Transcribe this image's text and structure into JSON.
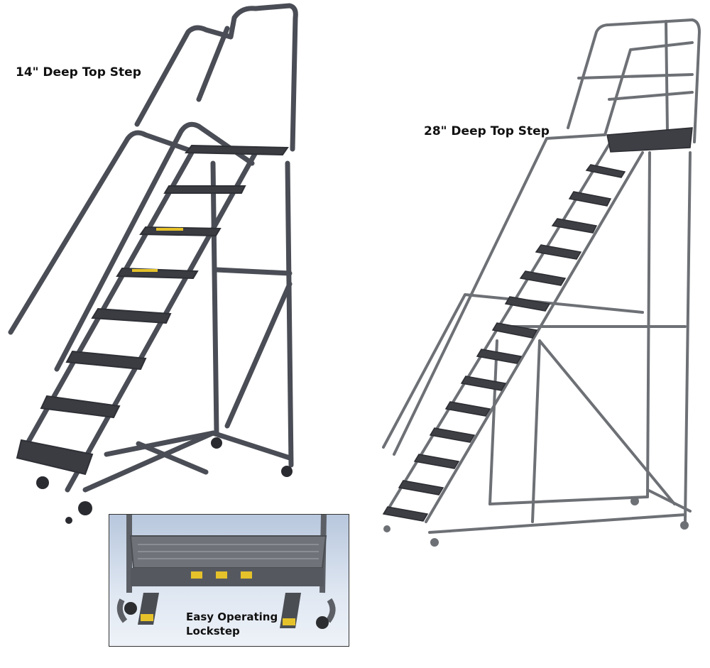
{
  "labels": {
    "left_ladder": "14\" Deep Top Step",
    "right_ladder": "28\" Deep Top Step"
  },
  "inset": {
    "caption_line1": "Easy Operating",
    "caption_line2": "Lockstep"
  },
  "colors": {
    "left_frame": "#4a4d55",
    "left_frame_dark": "#2e3036",
    "right_frame": "#6d7075",
    "tread": "#3a3c42",
    "safety_yellow": "#e6c22a"
  }
}
